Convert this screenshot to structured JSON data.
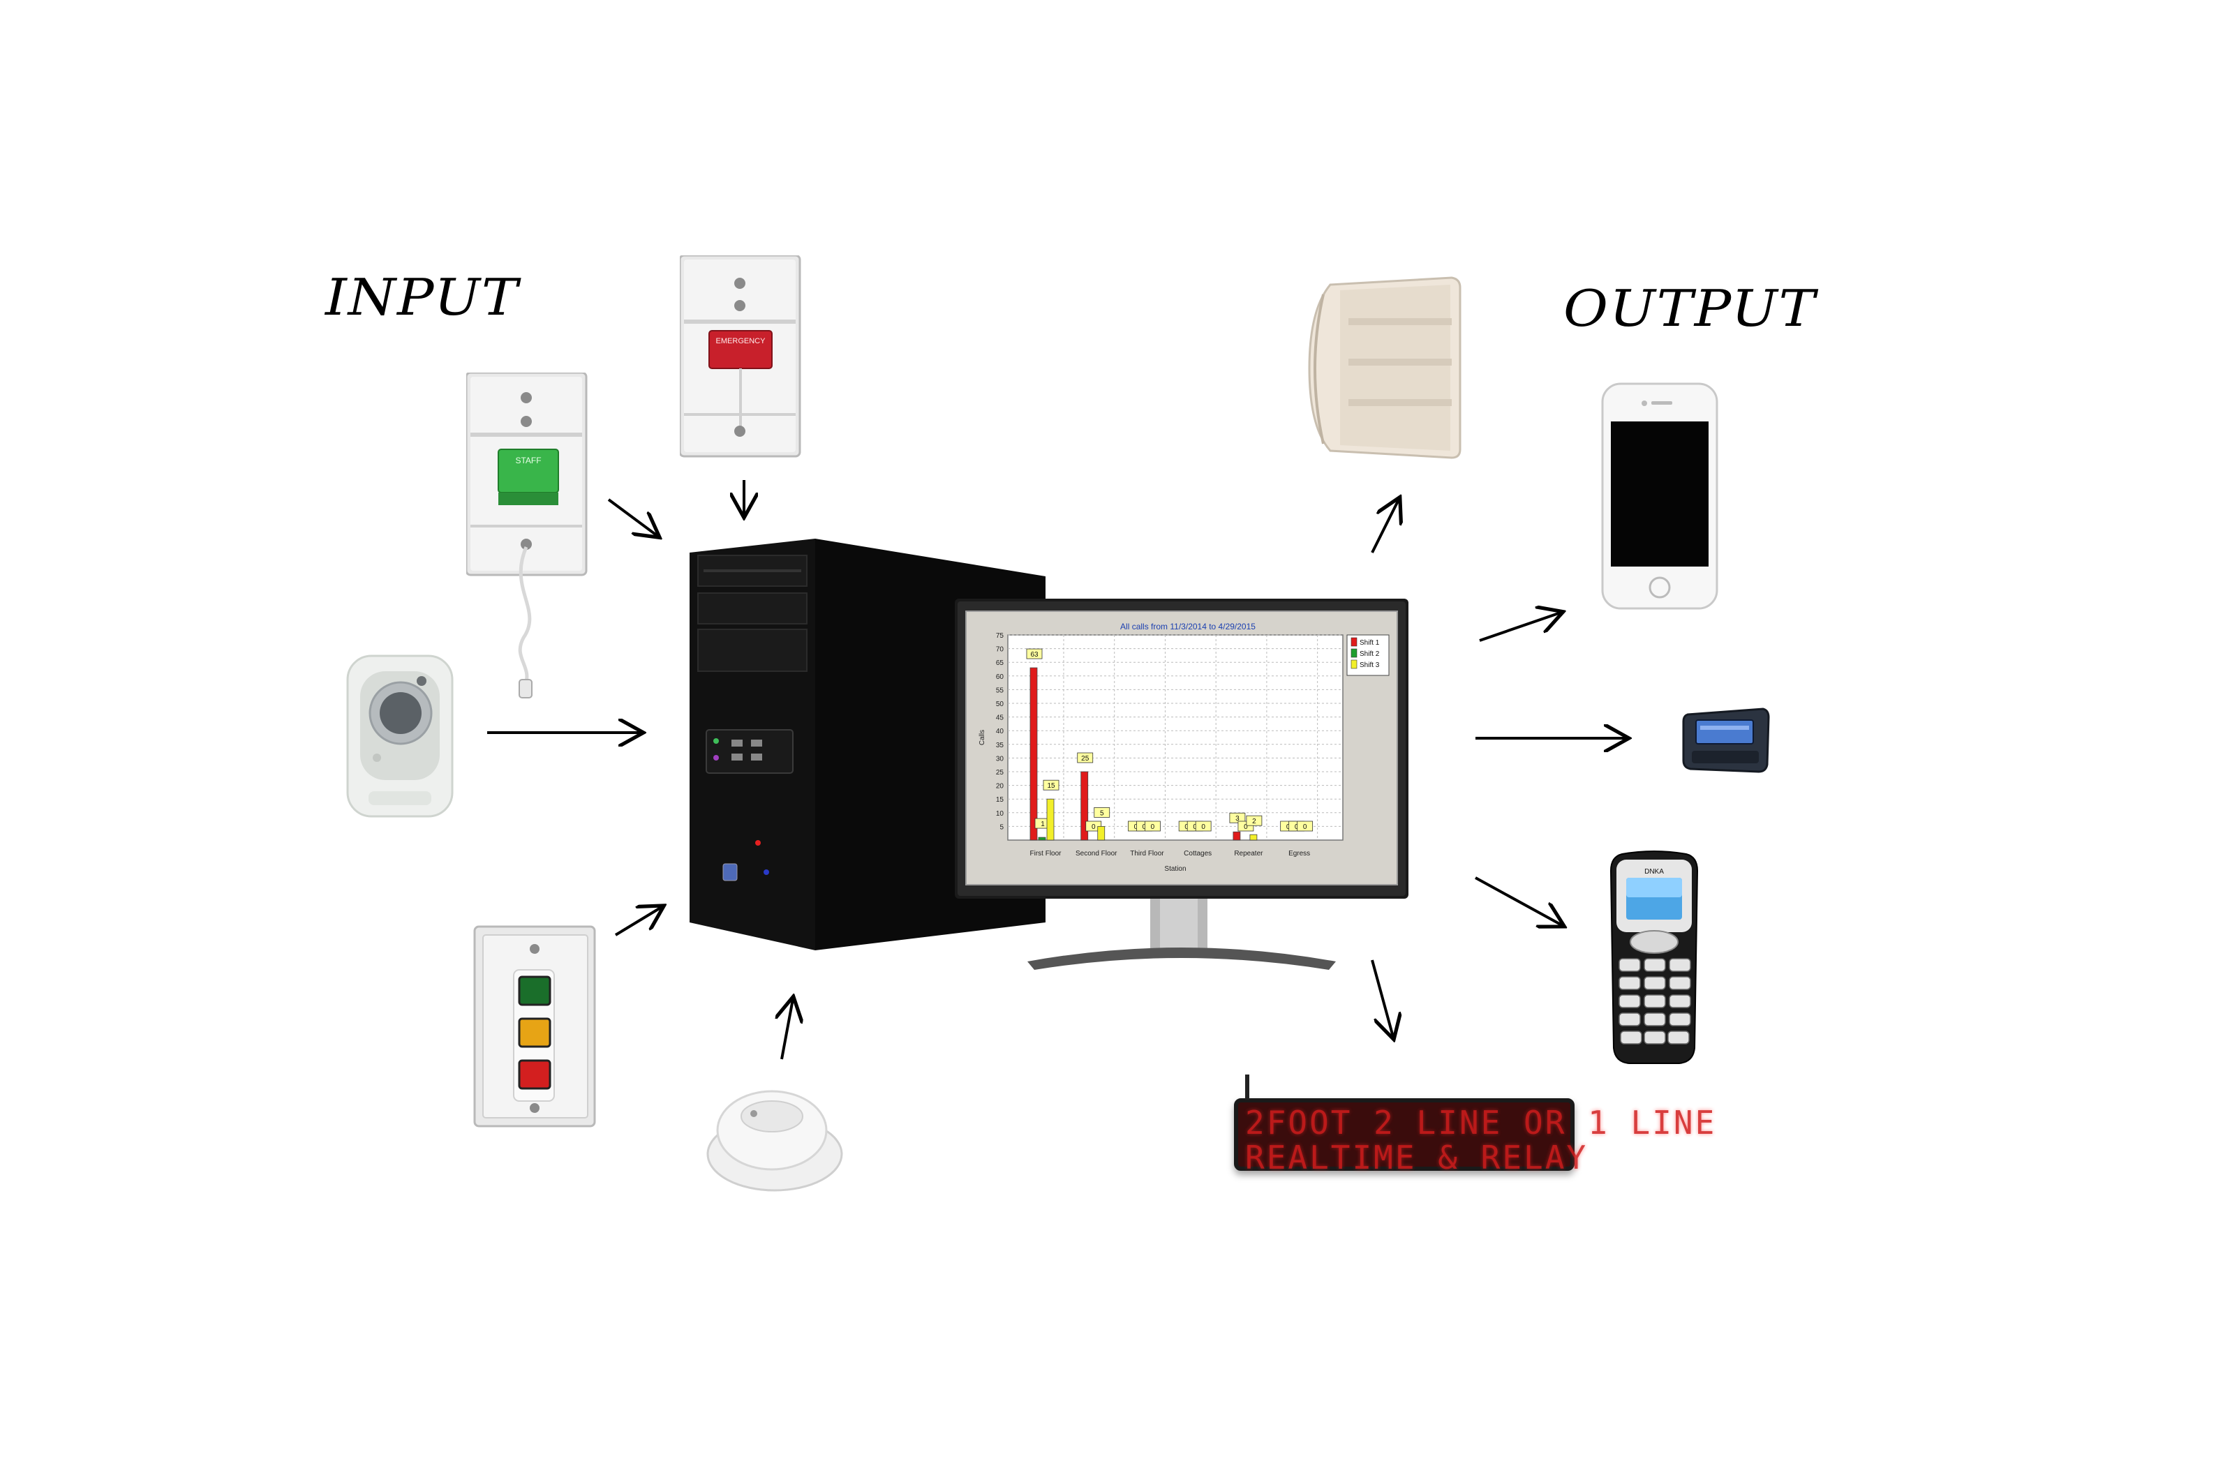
{
  "headings": {
    "input": "INPUT",
    "output": "OUTPUT"
  },
  "devices": {
    "input": [
      "staff-pull-station",
      "emergency-pull-station",
      "pendant-button",
      "three-button-station",
      "smoke-detector"
    ],
    "central": [
      "computer-tower",
      "monitor"
    ],
    "output": [
      "speaker-horn",
      "smartphone",
      "pager",
      "cell-phone",
      "led-sign"
    ]
  },
  "labels": {
    "staff": "STAFF",
    "emergency": "EMERGENCY",
    "phone_brand": "DNKA"
  },
  "led_sign": {
    "line1": "2FOOT 2 LINE OR 1 LINE",
    "line2": "REALTIME & RELAY"
  },
  "colors": {
    "led_red": "#d21d1d",
    "staff_green": "#39b54a",
    "emergency_red": "#c8202b",
    "bar_red": "#e01b1b",
    "bar_green": "#1e9e2e",
    "bar_yellow": "#f2ef2a"
  },
  "chart_data": {
    "type": "bar",
    "title": "All calls from 11/3/2014 to 4/29/2015",
    "xlabel": "Station",
    "ylabel": "Calls",
    "ylim": [
      0,
      75
    ],
    "yticks": [
      5,
      10,
      15,
      20,
      25,
      30,
      35,
      40,
      45,
      50,
      55,
      60,
      65,
      70,
      75
    ],
    "categories": [
      "First Floor",
      "Second Floor",
      "Third Floor",
      "Cottages",
      "Repeater",
      "Egress"
    ],
    "series": [
      {
        "name": "Shift 1",
        "color": "#e01b1b",
        "values": [
          63,
          25,
          0,
          0,
          3,
          0
        ]
      },
      {
        "name": "Shift 2",
        "color": "#1e9e2e",
        "values": [
          1,
          0,
          0,
          0,
          0,
          0
        ]
      },
      {
        "name": "Shift 3",
        "color": "#f2ef2a",
        "values": [
          15,
          5,
          0,
          0,
          2,
          0
        ]
      }
    ],
    "grid": true,
    "legend": "top-right"
  }
}
